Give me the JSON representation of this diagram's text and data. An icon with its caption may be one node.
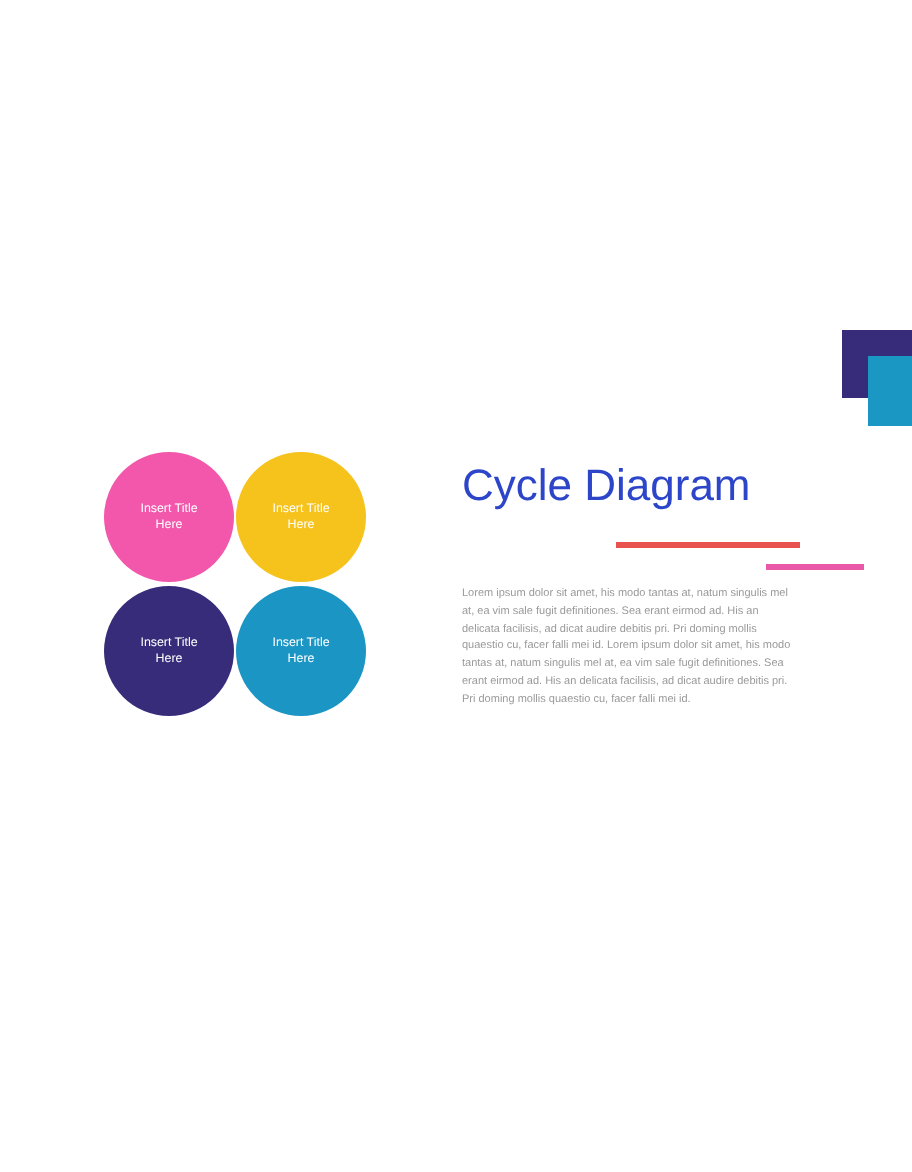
{
  "diagram": {
    "title": "Cycle Diagram",
    "nodes": [
      {
        "text": [
          "Insert Title Here"
        ]
      },
      {
        "text": [
          "Insert Title Here"
        ]
      },
      {
        "text": [
          "Insert Title Here"
        ]
      },
      {
        "text": [
          "Insert Title Here"
        ]
      }
    ],
    "labels": [
      "Lorem ipsum dolor sit amet, his modo tantas at, natum singulis mel at, ea vim sale fugit definitiones. Sea erant eirmod ad. His an delicata facilisis, ad dicat audire debitis pri. Pri doming mollis quaestio cu, facer falli mei id. Lorem ipsum dolor sit amet, his modo tantas at, natum singulis mel at, ea vim sale fugit definitiones. Sea erant eirmod ad. His an delicata facilisis, ad dicat audire debitis pri. Pri doming mollis quaestio cu, facer falli mei id."
    ]
  }
}
